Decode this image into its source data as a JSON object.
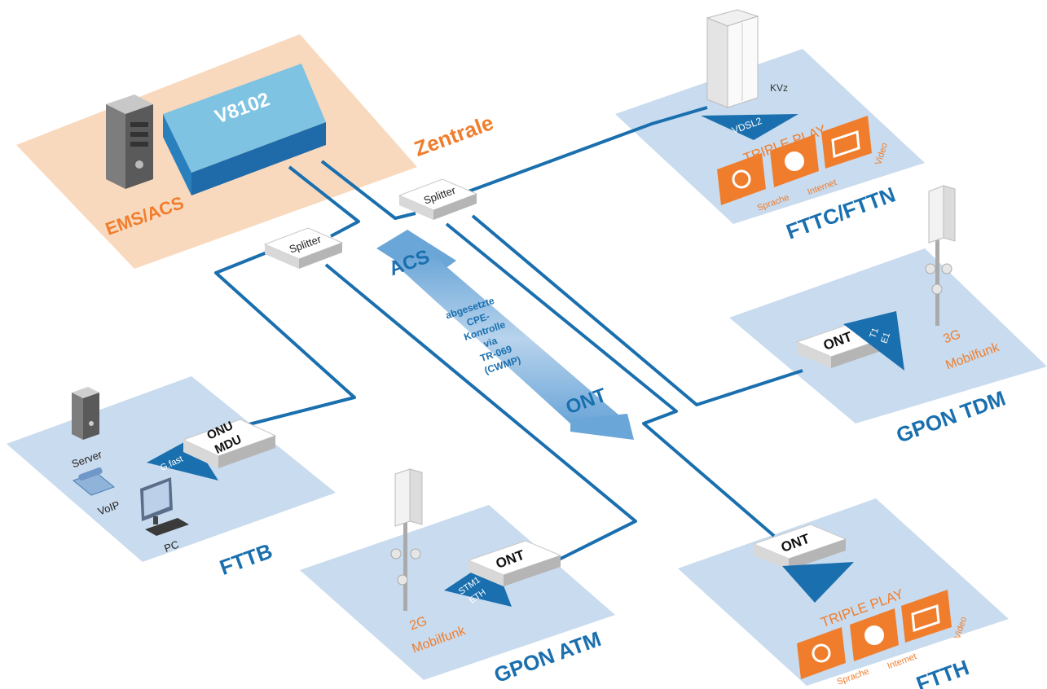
{
  "olt": {
    "label": "V8102"
  },
  "central": {
    "label": "Zentrale",
    "ems_label": "EMS/ACS"
  },
  "splitters": {
    "left": "Splitter",
    "right": "Splitter"
  },
  "acs_band": {
    "top_label": "ACS",
    "bottom_label": "ONT",
    "description": [
      "abgesetzte",
      "CPE-",
      "Kontrolle",
      "via",
      "TR-069",
      "(CWMP)"
    ]
  },
  "fttc": {
    "title": "FTTC/FTTN",
    "cabinet_label": "KVz",
    "arrow_label": "VDSL2",
    "triple_play": "TRIPLE PLAY",
    "services": [
      "Sprache",
      "Internet",
      "Video"
    ]
  },
  "gpon_tdm": {
    "title": "GPON TDM",
    "ont_label": "ONT",
    "arrow_lines": [
      "T1",
      "E1"
    ],
    "mobile_lines": [
      "3G",
      "Mobilfunk"
    ]
  },
  "fttb": {
    "title": "FTTB",
    "onu_lines": [
      "ONU",
      "MDU"
    ],
    "arrow_label": "G.fast",
    "devices": {
      "server": "Server",
      "voip": "VoIP",
      "pc": "PC"
    }
  },
  "gpon_atm": {
    "title": "GPON ATM",
    "ont_label": "ONT",
    "arrow_lines": [
      "STM1",
      "ETH"
    ],
    "mobile_lines": [
      "2G",
      "Mobilfunk"
    ]
  },
  "ftth": {
    "title": "FTTH",
    "ont_label": "ONT",
    "triple_play": "TRIPLE PLAY",
    "services": [
      "Sprache",
      "Internet",
      "Video"
    ]
  },
  "colors": {
    "fiber": "#1a6fae",
    "panel": "#c9dbee",
    "central_bg": "#f9d9be",
    "orange": "#f07d2c",
    "olt_top": "#7fc3e3",
    "olt_side": "#2077b3",
    "title_blue": "#1a6fae"
  }
}
